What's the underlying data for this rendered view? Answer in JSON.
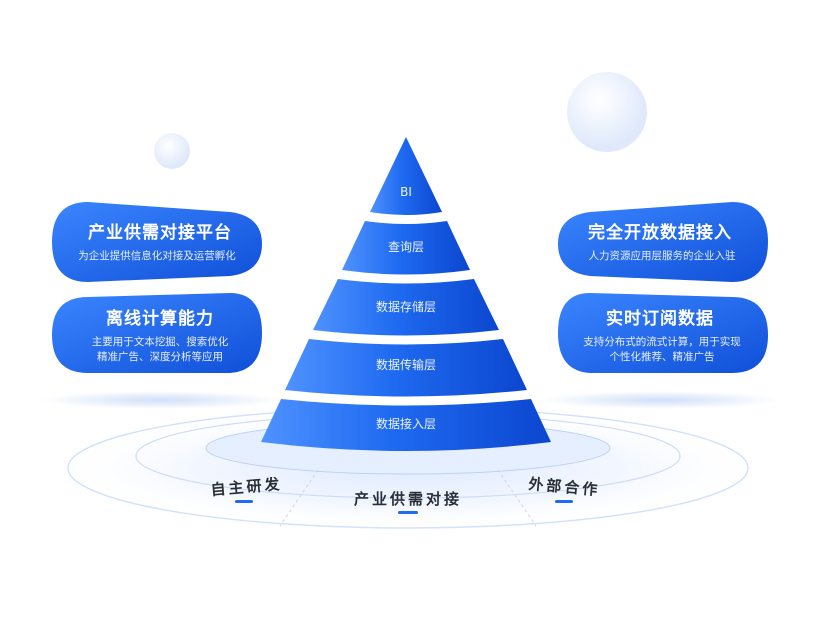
{
  "pyramid": {
    "layers": [
      "BI",
      "查询层",
      "数据存储层",
      "数据传输层",
      "数据接入层"
    ]
  },
  "cards": {
    "left_top": {
      "title": "产业供需对接平台",
      "lines": [
        "为企业提供信息化对接及运营孵化"
      ]
    },
    "left_bottom": {
      "title": "离线计算能力",
      "lines": [
        "主要用于文本挖掘、搜索优化",
        "精准广告、深度分析等应用"
      ]
    },
    "right_top": {
      "title": "完全开放数据接入",
      "lines": [
        "人力资源应用层服务的企业入驻"
      ]
    },
    "right_bottom": {
      "title": "实时订阅数据",
      "lines": [
        "支持分布式的流式计算，用于实现",
        "个性化推荐、精准广告"
      ]
    }
  },
  "base": {
    "labels": [
      "自主研发",
      "产业供需对接",
      "外部合作"
    ]
  },
  "colors": {
    "primary_blue": "#1f6cf0",
    "dark_blue": "#0a3fc4",
    "light_blue": "#5a9bff",
    "ring": "#cfe0fb",
    "text_dark": "#2b2f36"
  }
}
